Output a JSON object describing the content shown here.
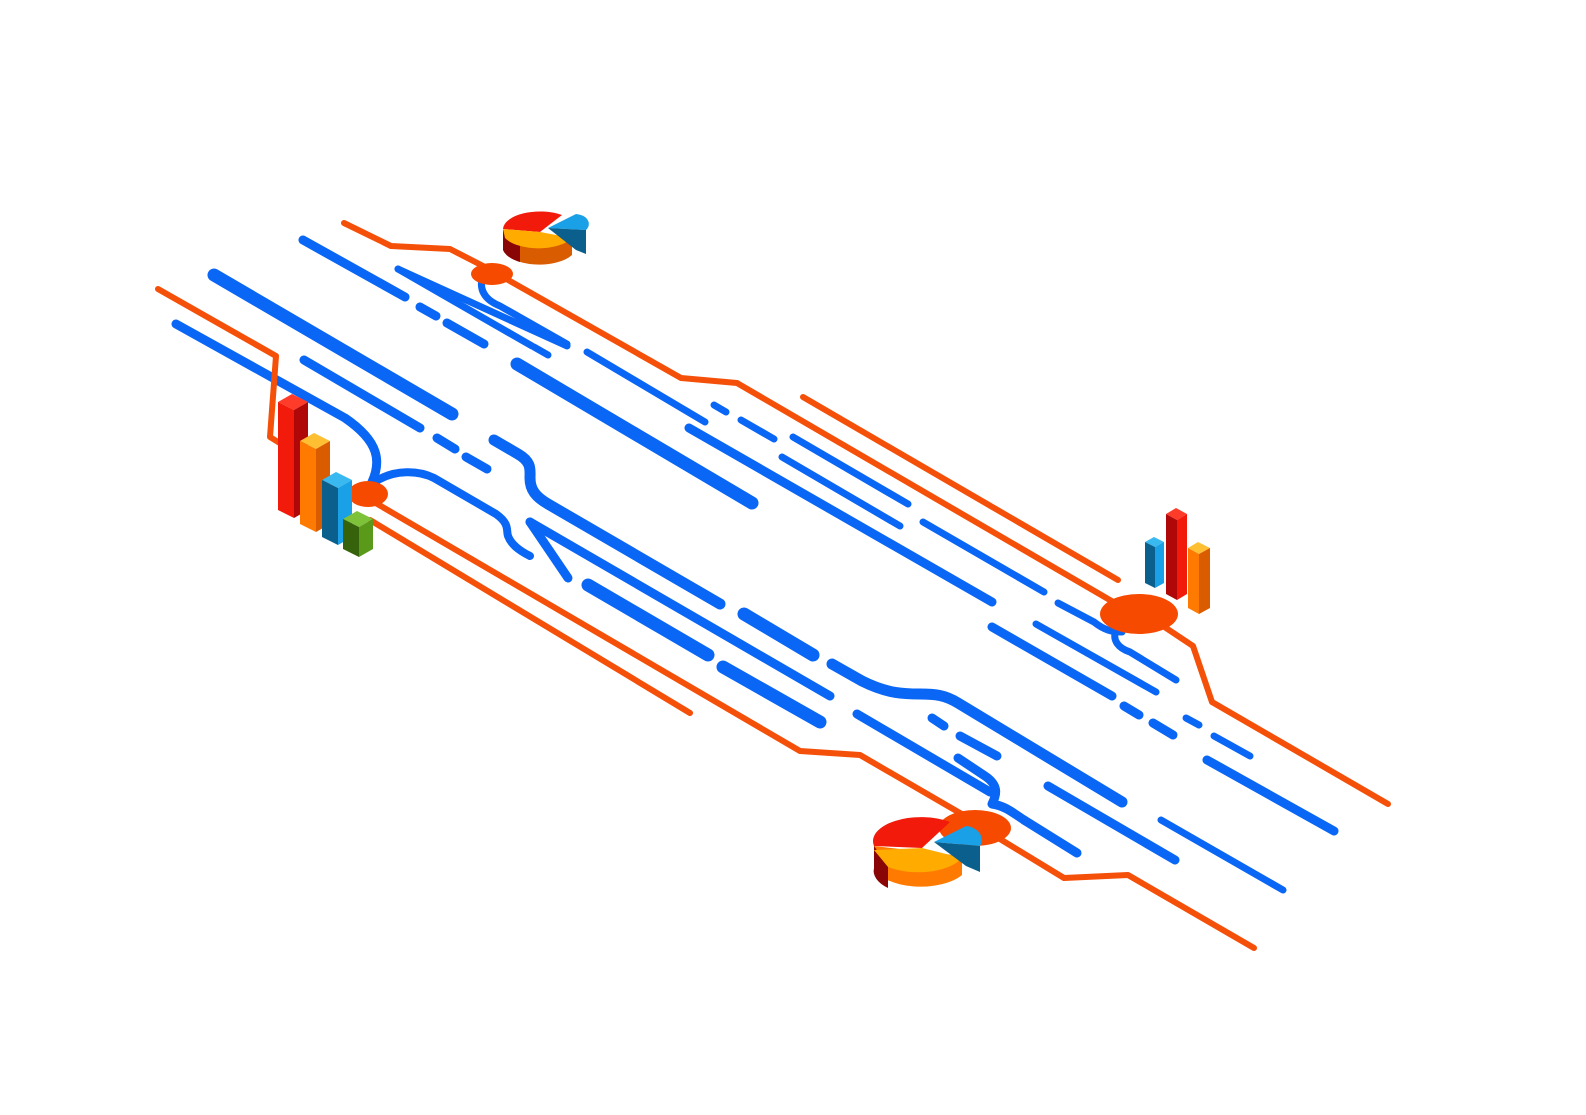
{
  "colors": {
    "background": "#ffffff",
    "track_blue": "#0a66f5",
    "route_orange": "#f5500a",
    "hub_orange": "#f54a00",
    "red": "#f21a0a",
    "red_dark": "#b00808",
    "amber": "#ffab00",
    "orange": "#ff7a00",
    "orange_dark": "#d95c00",
    "cyan": "#1aa0e6",
    "cyan_dark": "#0b5f8c",
    "green": "#5a9a1a",
    "green_dark": "#36620c"
  },
  "icons": [
    "isometric-3d-bar-chart-icon",
    "isometric-3d-pie-chart-icon",
    "network-hub-node-icon"
  ],
  "widgets": {
    "bar_chart_left": {
      "bars": 4,
      "color_order": [
        "red",
        "orange",
        "cyan",
        "green"
      ]
    },
    "bar_chart_right": {
      "bars": 3,
      "color_order": [
        "cyan",
        "red",
        "orange"
      ]
    },
    "pie_chart_top": {
      "slices": 3
    },
    "pie_chart_bottom": {
      "slices": 3
    }
  }
}
